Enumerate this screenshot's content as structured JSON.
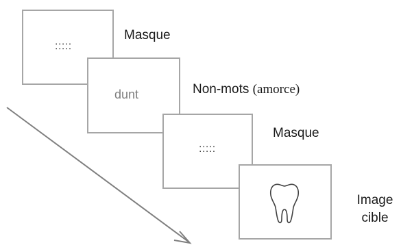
{
  "frames": [
    {
      "content": "::::: "
    },
    {
      "content": "dunt"
    },
    {
      "content": ":::::"
    },
    {
      "content_icon": "tooth-icon"
    }
  ],
  "labels": {
    "mask_1": "Masque",
    "prime_word": "Non-mots",
    "prime_paren": "(amorce)",
    "mask_2": "Masque",
    "target_line_1": "Image",
    "target_line_2": "cible"
  },
  "colors": {
    "frame_border": "#a6a6a6",
    "arrow": "#7f7f7f",
    "prime_text": "#7f7f7f",
    "label_text": "#1a1a1a"
  }
}
